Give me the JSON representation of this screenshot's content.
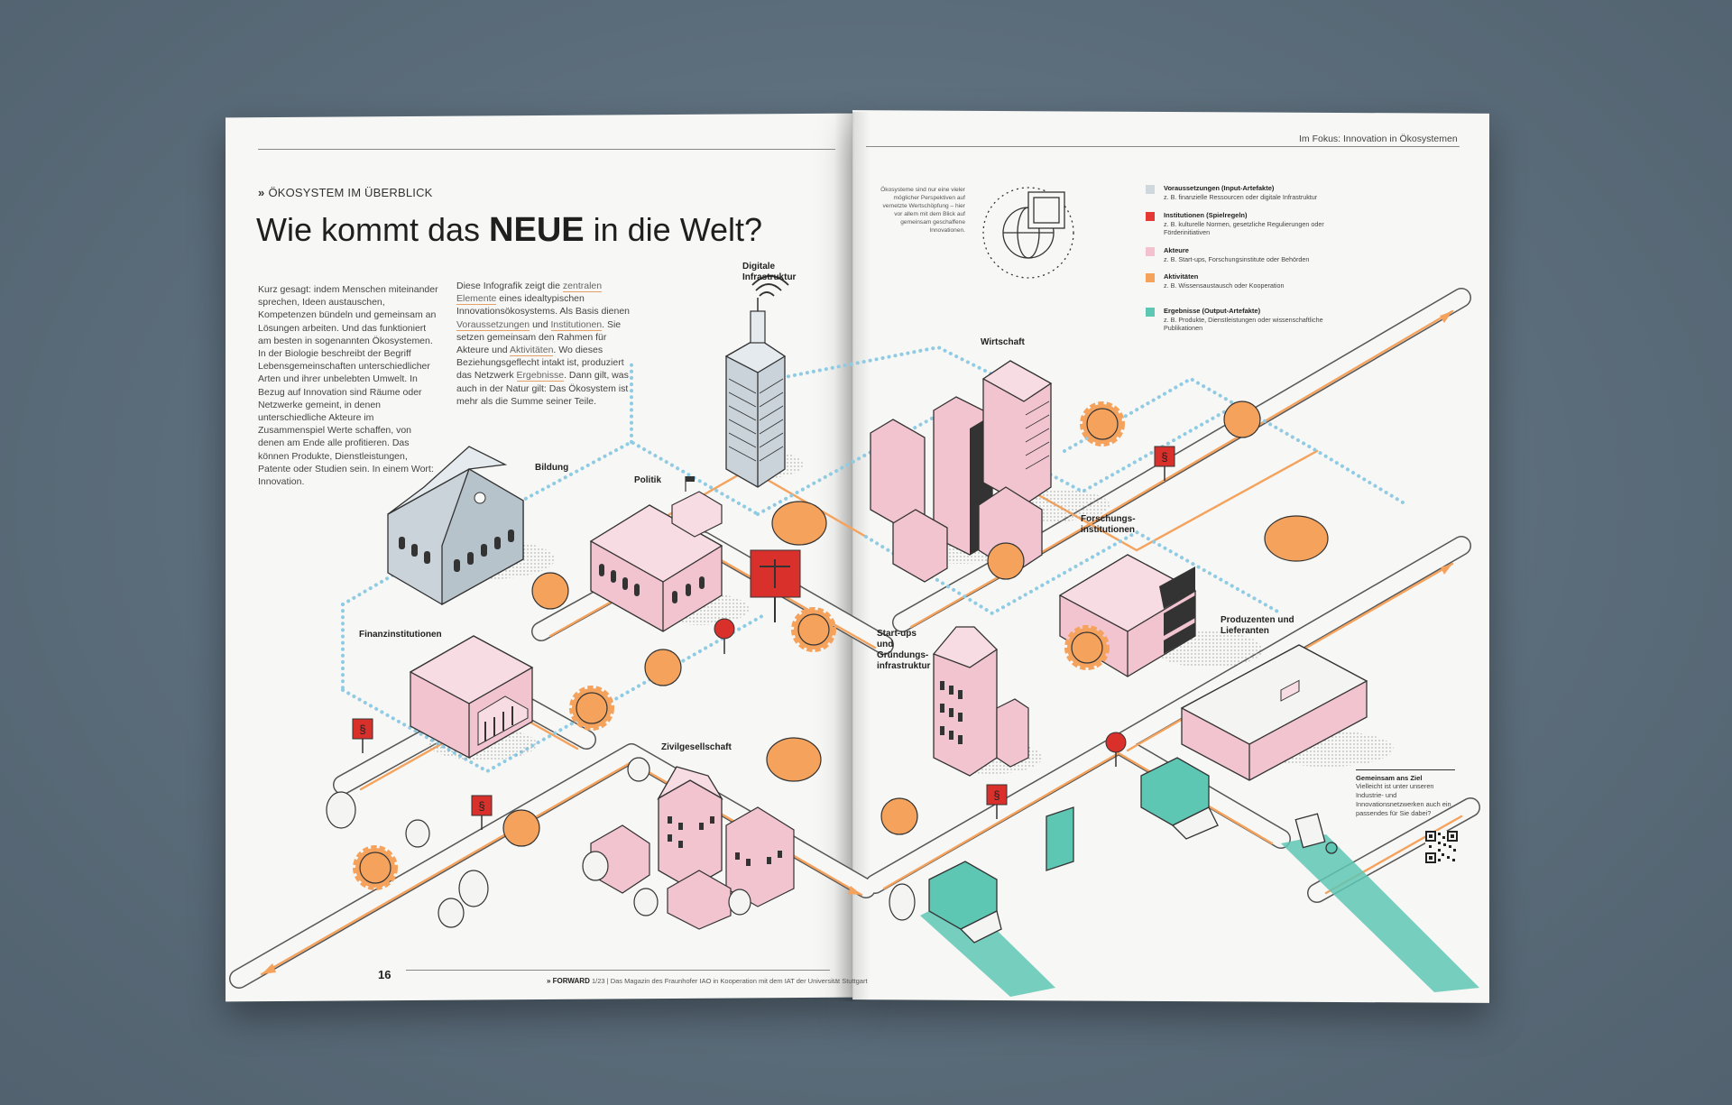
{
  "left_page": {
    "kicker_mark": "»",
    "kicker": "ÖKOSYSTEM IM ÜBERBLICK",
    "headline_pre": "Wie kommt das ",
    "headline_strong": "NEUE",
    "headline_post": " in die Welt?",
    "column1": "Kurz gesagt: indem Menschen miteinander sprechen, Ideen austauschen, Kompetenzen bündeln und gemeinsam an Lösungen arbeiten. Und das funktioniert am besten in sogenannten Ökosystemen. In der Biologie beschreibt der Begriff Lebensgemeinschaften unterschiedlicher Arten und ihrer unbelebten Umwelt. In Bezug auf Innovation sind Räume oder Netzwerke gemeint, in denen unterschiedliche Akteure im Zusammenspiel Werte schaffen, von denen am Ende alle profitieren. Das können Produkte, Dienstleistungen, Patente oder Studien sein. In einem Wort: Innovation.",
    "column2": {
      "p1": "Diese Infografik zeigt die ",
      "h1": "zentralen Elemente",
      "p2": " eines idealtypischen Innovationsökosystems. Als Basis dienen ",
      "h2": "Voraussetzungen",
      "p3": " und ",
      "h3": "Institutionen",
      "p4": ". Sie setzen gemeinsam den Rahmen für Akteure und ",
      "h4": "Aktivitäten",
      "p5": ". Wo dieses Beziehungsgeflecht intakt ist, produziert das Netzwerk ",
      "h5": "Ergebnisse",
      "p6": ". Dann gilt, was auch in der Natur gilt: Das Ökosystem ist mehr als die Summe seiner Teile."
    },
    "labels": {
      "digitale": "Digitale Infrastruktur",
      "bildung": "Bildung",
      "politik": "Politik",
      "finanz": "Finanzinstitutionen",
      "zivil": "Zivilgesellschaft"
    },
    "page_number": "16",
    "footer_brand": "» FORWARD",
    "footer_issue": "1/23",
    "footer_text": "Das Magazin des Fraunhofer IAO in Kooperation mit dem IAT der Universität Stuttgart"
  },
  "right_page": {
    "running_head": "Im Fokus: Innovation in Ökosystemen",
    "intro_note": "Ökosysteme sind nur eine vieler möglicher Perspektiven auf vernetzte Wertschöpfung – hier vor allem mit dem Blick auf gemeinsam geschaffene Innovationen.",
    "labels": {
      "wirtschaft": "Wirtschaft",
      "forschung": "Forschungs-institutionen",
      "startups": "Start-ups und Gründungs-infrastruktur",
      "produzenten": "Produzenten und Lieferanten"
    },
    "legend": [
      {
        "title": "Voraussetzungen (Input-Artefakte)",
        "desc": "z. B. finanzielle Ressourcen oder digitale Infrastruktur",
        "color": "#cfd8dc"
      },
      {
        "title": "Institutionen (Spielregeln)",
        "desc": "z. B. kulturelle Normen, gesetzliche Regulierungen oder Förderinitiativen",
        "color": "#e53935"
      },
      {
        "title": "Akteure",
        "desc": "z. B. Start-ups, Forschungsinstitute oder Behörden",
        "color": "#f4c2cf"
      },
      {
        "title": "Aktivitäten",
        "desc": "z. B. Wissensaustausch oder Kooperation",
        "color": "#f5a25d"
      },
      {
        "title": "Ergebnisse (Output-Artefakte)",
        "desc": "z. B. Produkte, Dienstleistungen oder wissenschaftliche Publikationen",
        "color": "#5ec7b4"
      }
    ],
    "cta_title": "Gemeinsam ans Ziel",
    "cta_desc": "Vielleicht ist unter unseren Industrie- und Innovationsnetzwerken auch ein passendes für Sie dabei?"
  },
  "colors": {
    "pink": "#f2c4d0",
    "orange": "#f5a25d",
    "teal": "#5ec7b4",
    "red": "#d9302c",
    "sky": "#9fd3e6",
    "grey_blue": "#c9d3d9"
  }
}
